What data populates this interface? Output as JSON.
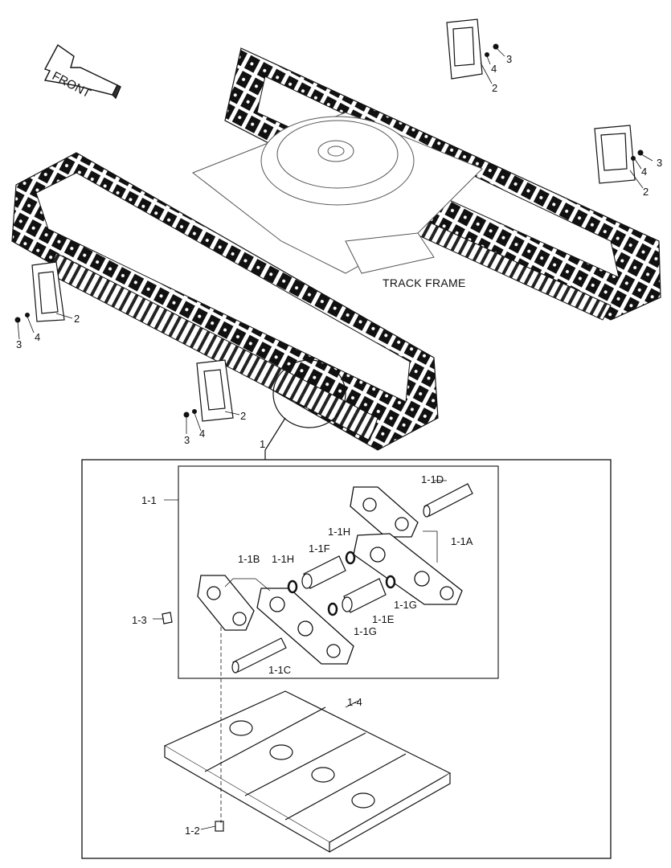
{
  "labels": {
    "front": "FRONT",
    "track_frame": "TRACK FRAME",
    "part_1": "1",
    "part_1_1": "1-1",
    "part_1_1A": "1-1A",
    "part_1_1B": "1-1B",
    "part_1_1C": "1-1C",
    "part_1_1D": "1-1D",
    "part_1_1E": "1-1E",
    "part_1_1F": "1-1F",
    "part_1_1G_a": "1-1G",
    "part_1_1G_b": "1-1G",
    "part_1_1H_a": "1-1H",
    "part_1_1H_b": "1-1H",
    "part_1_2": "1-2",
    "part_1_3": "1-3",
    "part_1_4": "1-4",
    "part_2_a": "2",
    "part_2_b": "2",
    "part_2_c": "2",
    "part_2_d": "2",
    "part_3_a": "3",
    "part_3_b": "3",
    "part_3_c": "3",
    "part_3_d": "3",
    "part_4_a": "4",
    "part_4_b": "4",
    "part_4_c": "4",
    "part_4_d": "4"
  }
}
